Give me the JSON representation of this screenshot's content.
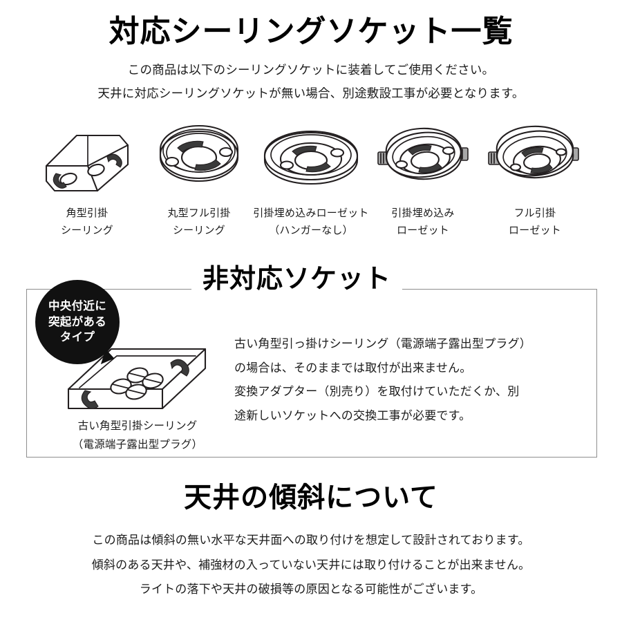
{
  "section_compatible": {
    "heading": "対応シーリングソケット一覧",
    "lead_lines": [
      "この商品は以下のシーリングソケットに装着してご使用ください。",
      "天井に対応シーリングソケットが無い場合、別途敷設工事が必要となります。"
    ],
    "sockets": [
      {
        "icon": "square-ceiling-socket-icon",
        "label_lines": [
          "角型引掛",
          "シーリング"
        ]
      },
      {
        "icon": "round-full-ceiling-socket-icon",
        "label_lines": [
          "丸型フル引掛",
          "シーリング"
        ]
      },
      {
        "icon": "flush-mount-rosette-no-hanger-icon",
        "label_lines": [
          "引掛埋め込みローゼット",
          "（ハンガーなし）"
        ]
      },
      {
        "icon": "flush-mount-rosette-icon",
        "label_lines": [
          "引掛埋め込み",
          "ローゼット"
        ]
      },
      {
        "icon": "full-hook-rosette-icon",
        "label_lines": [
          "フル引掛",
          "ローゼット"
        ]
      }
    ]
  },
  "section_incompatible": {
    "title": "非対応ソケット",
    "badge_lines": [
      "中央付近に",
      "突起がある",
      "タイプ"
    ],
    "illustration_icon": "old-square-ceiling-socket-icon",
    "caption_lines": [
      "古い角型引掛シーリング",
      "（電源端子露出型プラグ）"
    ],
    "body_lines": [
      "古い角型引っ掛けシーリング（電源端子露出型プラグ）",
      "の場合は、そのままでは取付が出来ません。",
      "変換アダプター（別売り）を取付けていただくか、別",
      "途新しいソケットへの交換工事が必要です。"
    ]
  },
  "section_slope": {
    "heading": "天井の傾斜について",
    "body_lines": [
      "この商品は傾斜の無い水平な天井面への取り付けを想定して設計されております。",
      "傾斜のある天井や、補強材の入っていない天井には取り付けることが出来ません。",
      "ライトの落下や天井の破損等の原因となる可能性がございます。"
    ]
  },
  "colors": {
    "background": "#ffffff",
    "text": "#1c1c1c",
    "heading": "#000000",
    "badge_background": "#111111",
    "badge_text": "#ffffff",
    "frame_border": "#8e8e8e",
    "illustration_ink": "#231f20",
    "illustration_blade": "#3a3a3a",
    "hanger_tab": "#a8a8a8"
  }
}
